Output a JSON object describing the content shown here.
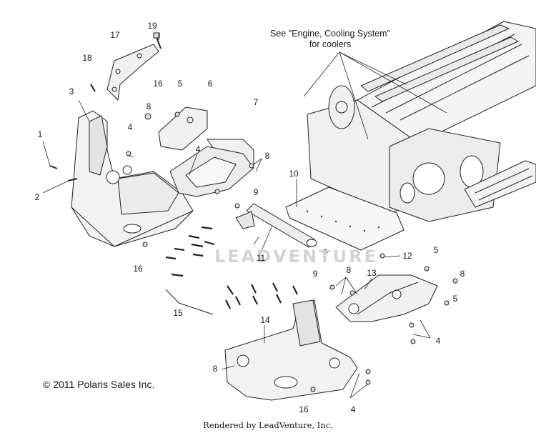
{
  "note": {
    "line1": "See \"Engine, Cooling System\"",
    "line2": "for coolers"
  },
  "copyright": "© 2011 Polaris Sales Inc.",
  "rendered_by": "Rendered by LeadVenture, Inc.",
  "watermark": "LEADVENTURE",
  "callouts": {
    "c1": "1",
    "c2": "2",
    "c3": "3",
    "c4a": "4",
    "c4b": "4",
    "c4c": "4",
    "c4d": "4",
    "c5a": "5",
    "c5b": "5",
    "c5c": "5",
    "c6": "6",
    "c7": "7",
    "c8a": "8",
    "c8b": "8",
    "c8c": "8",
    "c8d": "8",
    "c8e": "8",
    "c9a": "9",
    "c9b": "9",
    "c10": "10",
    "c11": "11",
    "c12": "12",
    "c13": "13",
    "c14": "14",
    "c15": "15",
    "c16a": "16",
    "c16b": "16",
    "c16c": "16",
    "c17": "17",
    "c18": "18",
    "c19": "19"
  }
}
